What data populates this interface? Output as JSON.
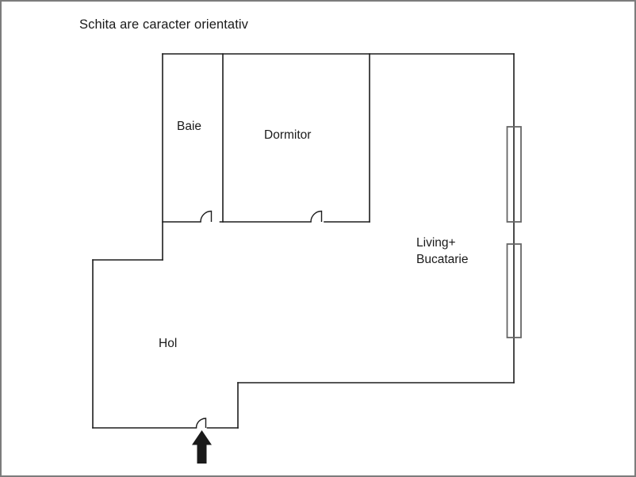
{
  "page": {
    "title": "Schita are caracter orientativ"
  },
  "rooms": {
    "baie": {
      "label": "Baie"
    },
    "dormitor": {
      "label": "Dormitor"
    },
    "living_bucatarie": {
      "line1": "Living+",
      "line2": "Bucatarie"
    },
    "hol": {
      "label": "Hol"
    }
  },
  "icons": {
    "entrance_arrow": "filled-up-arrow"
  },
  "features": {
    "window_count": 2,
    "door_count": 3
  },
  "colors": {
    "wall": "#1d1d1d",
    "window_frame": "#666666",
    "text": "#1a1a1a",
    "page_border": "#7c7c7c",
    "background": "#ffffff",
    "arrow": "#1a1a1a"
  }
}
